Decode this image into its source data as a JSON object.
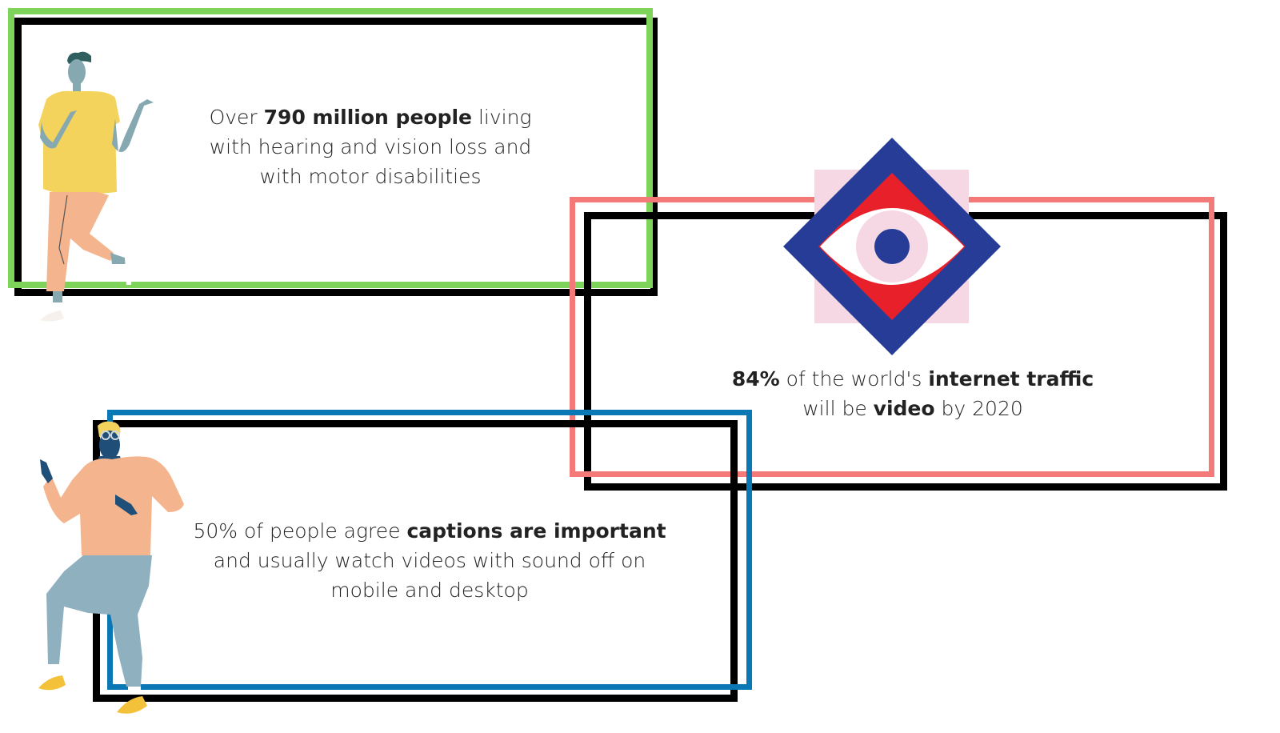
{
  "colors": {
    "green_frame": "#7ed35a",
    "pink_frame": "#f47a7a",
    "blue_frame": "#0a78b4",
    "black_frame": "#000000",
    "eye_navy": "#263c96",
    "eye_red": "#e8202a",
    "eye_pink": "#f6d7e4"
  },
  "icons": {
    "person_left_top": "standing-person-yellow-shirt-illustration",
    "eye": "eye-in-diamond-icon",
    "person_left_bottom": "dancing-person-peach-sweater-illustration"
  },
  "stats": [
    {
      "parts": [
        {
          "text": "Over ",
          "bold": false
        },
        {
          "text": "790 million people",
          "bold": true
        },
        {
          "text": " living",
          "bold": false
        }
      ],
      "line2": "with hearing and vision loss and",
      "line3": "with motor disabilities"
    },
    {
      "parts": [
        {
          "text": "84%",
          "bold": true
        },
        {
          "text": " of the world's ",
          "bold": false
        },
        {
          "text": "internet traffic",
          "bold": true
        }
      ],
      "line2_parts": [
        {
          "text": "will be ",
          "bold": false
        },
        {
          "text": "video",
          "bold": true
        },
        {
          "text": " by 2020",
          "bold": false
        }
      ]
    },
    {
      "parts": [
        {
          "text": "50% of people agree ",
          "bold": false
        },
        {
          "text": "captions are important",
          "bold": true
        }
      ],
      "line2": "and usually watch videos with sound off on",
      "line3": "mobile and desktop"
    }
  ]
}
